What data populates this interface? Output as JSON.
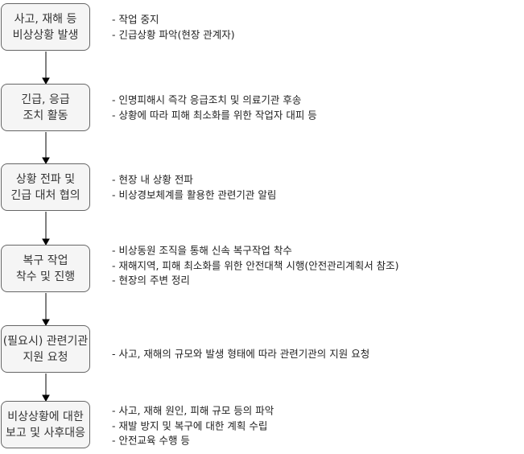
{
  "steps": [
    {
      "title": [
        "사고, 재해 등",
        "비상상황 발생"
      ],
      "notes": [
        "- 작업 중지",
        "- 긴급상황 파악(현장 관계자)"
      ]
    },
    {
      "title": [
        "긴급, 응급",
        "조치 활동"
      ],
      "notes": [
        "- 인명피해시 즉각 응급조치 및 의료기관 후송",
        "- 상황에 따라 피해 최소화를 위한 작업자 대피 등"
      ]
    },
    {
      "title": [
        "상황 전파 및",
        "긴급 대처 협의"
      ],
      "notes": [
        "- 현장 내 상황 전파",
        "- 비상경보체계를 활용한 관련기관 알림"
      ]
    },
    {
      "title": [
        "복구 작업",
        "착수 및 진행"
      ],
      "notes": [
        "- 비상동원 조직을 통해 신속 복구작업 착수",
        "- 재해지역, 피해 최소화를 위한 안전대책 시행(안전관리계획서 참조)",
        "- 현장의 주변 정리"
      ]
    },
    {
      "title": [
        "(필요시) 관련기관",
        "지원 요청"
      ],
      "notes": [
        "- 사고, 재해의 규모와 발생 형태에 따라 관련기관의 지원 요청"
      ]
    },
    {
      "title": [
        "비상상황에 대한",
        "보고 및 사후대응"
      ],
      "notes": [
        "- 사고, 재해 원인, 피해 규모 등의 파악",
        "- 재발 방지 및 복구에 대한 계획 수립",
        "- 안전교육 수행 등"
      ]
    }
  ]
}
